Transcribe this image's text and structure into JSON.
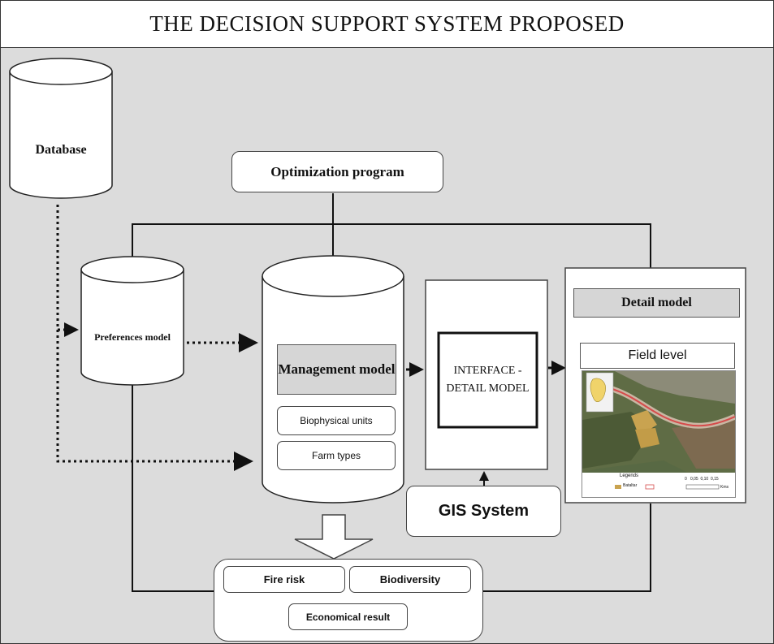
{
  "title": "THE DECISION SUPPORT SYSTEM PROPOSED",
  "nodes": {
    "database": "Database",
    "optimization": "Optimization program",
    "preferences": "Preferences model",
    "management": "Management model",
    "biophysical": "Biophysical units",
    "farm_types": "Farm types",
    "interface": "INTERFACE -DETAIL MODEL",
    "gis": "GIS System",
    "detail_model": "Detail model",
    "field_level": "Field level",
    "fire_risk": "Fire risk",
    "biodiversity": "Biodiversity",
    "economical": "Economical result"
  },
  "map": {
    "legend_title": "Legends",
    "legend_item": "Bataltar",
    "scale": "0   0,05  0,10  0,15",
    "scale_unit": "Kms"
  }
}
